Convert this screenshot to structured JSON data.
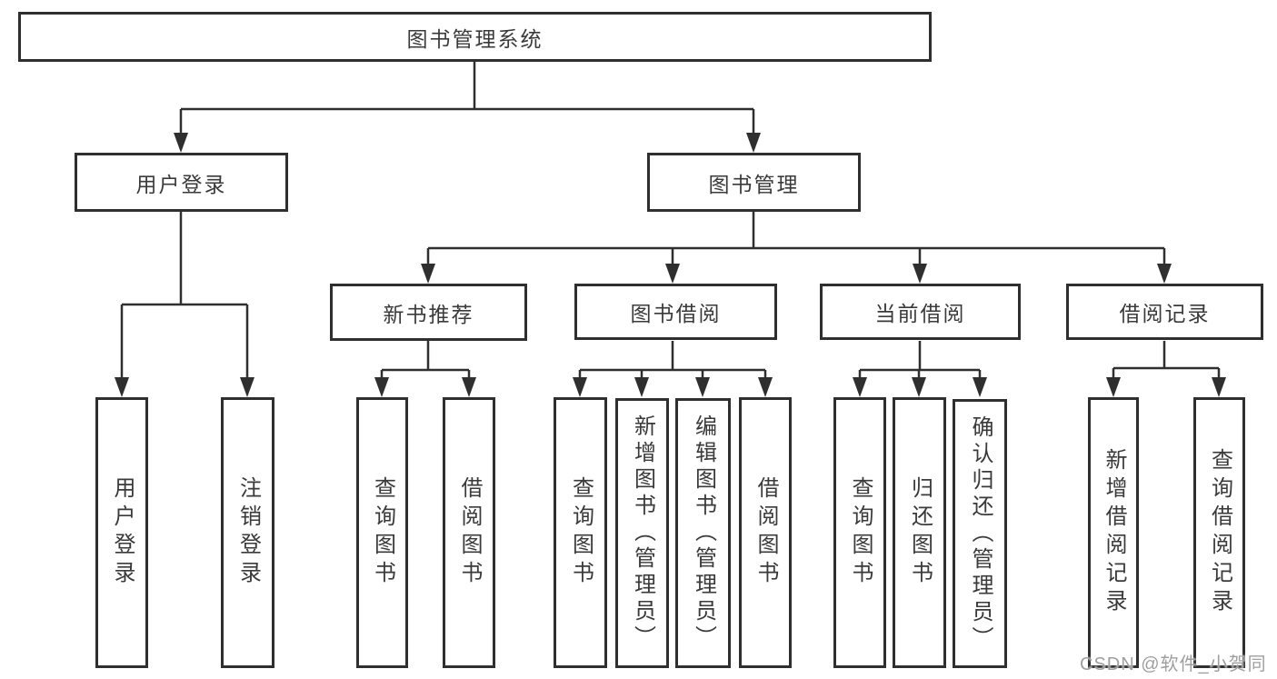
{
  "tree": {
    "label": "图书管理系统",
    "children": [
      {
        "label": "用户登录",
        "children": [
          {
            "label": "用户登录"
          },
          {
            "label": "注销登录"
          }
        ]
      },
      {
        "label": "图书管理",
        "children": [
          {
            "label": "新书推荐",
            "children": [
              {
                "label": "查询图书"
              },
              {
                "label": "借阅图书"
              }
            ]
          },
          {
            "label": "图书借阅",
            "children": [
              {
                "label": "查询图书"
              },
              {
                "label": "新增图书（管理员）"
              },
              {
                "label": "编辑图书（管理员）"
              },
              {
                "label": "借阅图书"
              }
            ]
          },
          {
            "label": "当前借阅",
            "children": [
              {
                "label": "查询图书"
              },
              {
                "label": "归还图书"
              },
              {
                "label": "确认归还（管理员）"
              }
            ]
          },
          {
            "label": "借阅记录",
            "children": [
              {
                "label": "新增借阅记录"
              },
              {
                "label": "查询借阅记录"
              }
            ]
          }
        ]
      }
    ]
  },
  "watermark": {
    "text": "CSDN @软件_小贺同学"
  },
  "colors": {
    "border": "#2f2f2f",
    "line": "#2f2f2f",
    "text": "#3a3a3a",
    "watermark": "#9f9f9f",
    "background": "#ffffff"
  }
}
